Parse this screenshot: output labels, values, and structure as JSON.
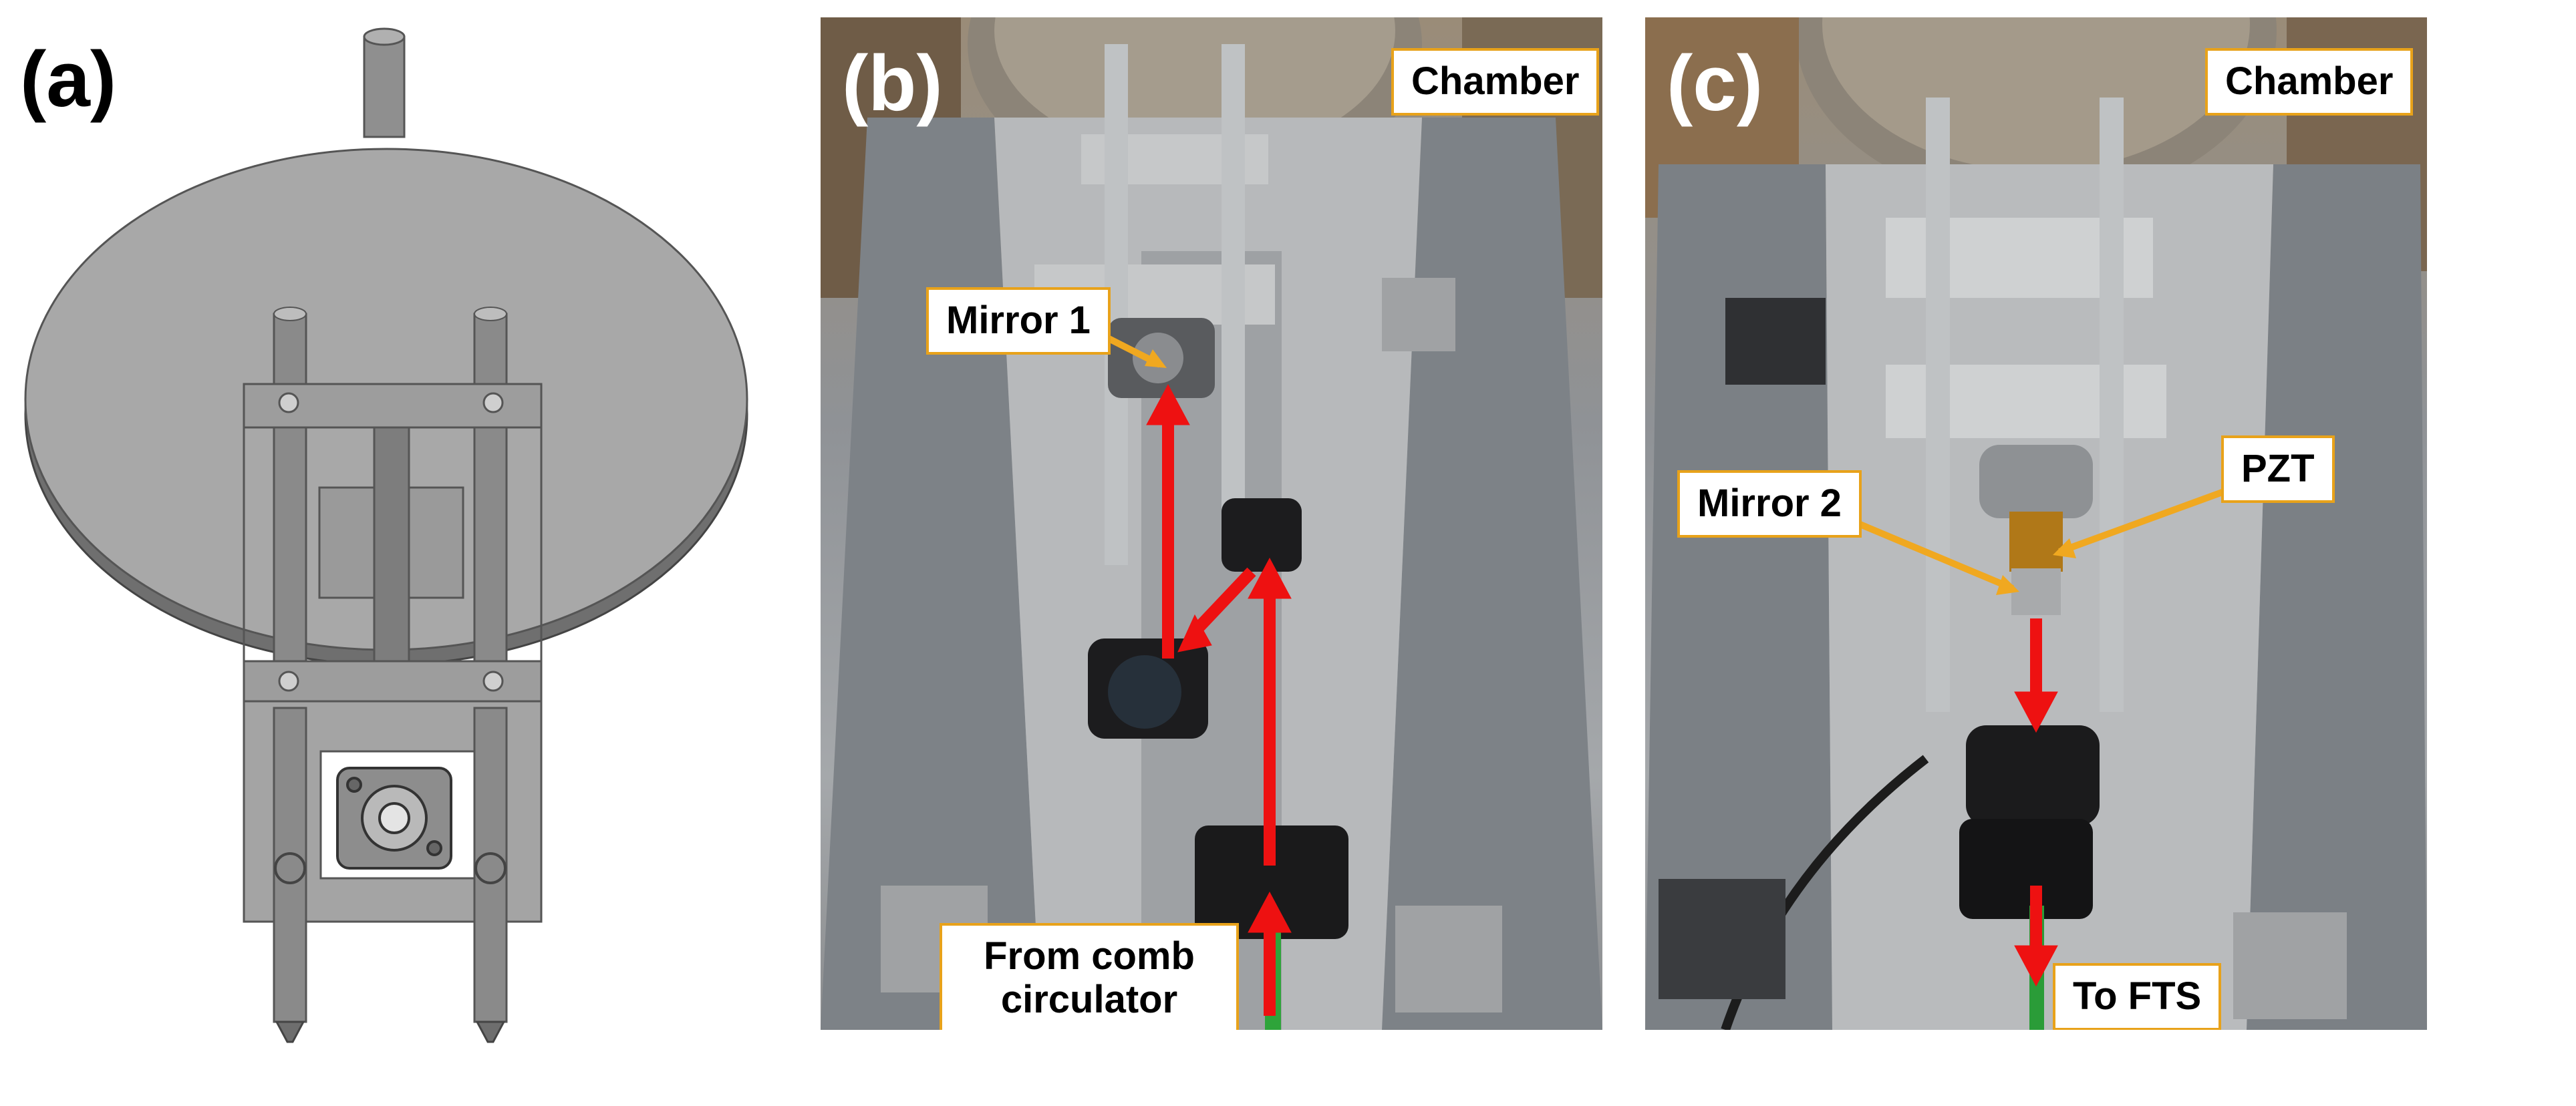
{
  "figure": {
    "panels": [
      {
        "letter": "(a)"
      },
      {
        "letter": "(b)"
      },
      {
        "letter": "(c)"
      }
    ],
    "labels": {
      "b_chamber": "Chamber",
      "b_mirror1": "Mirror 1",
      "b_from_line1": "From comb",
      "b_from_line2": "circulator",
      "c_chamber": "Chamber",
      "c_pzt": "PZT",
      "c_mirror2": "Mirror 2",
      "c_to_fts": "To FTS"
    },
    "colors": {
      "beam_arrow": "#ee1111",
      "callout_border": "#e8a21a",
      "callout_pointer": "#f0a820",
      "cad_gray": "#a6a6a6"
    }
  }
}
